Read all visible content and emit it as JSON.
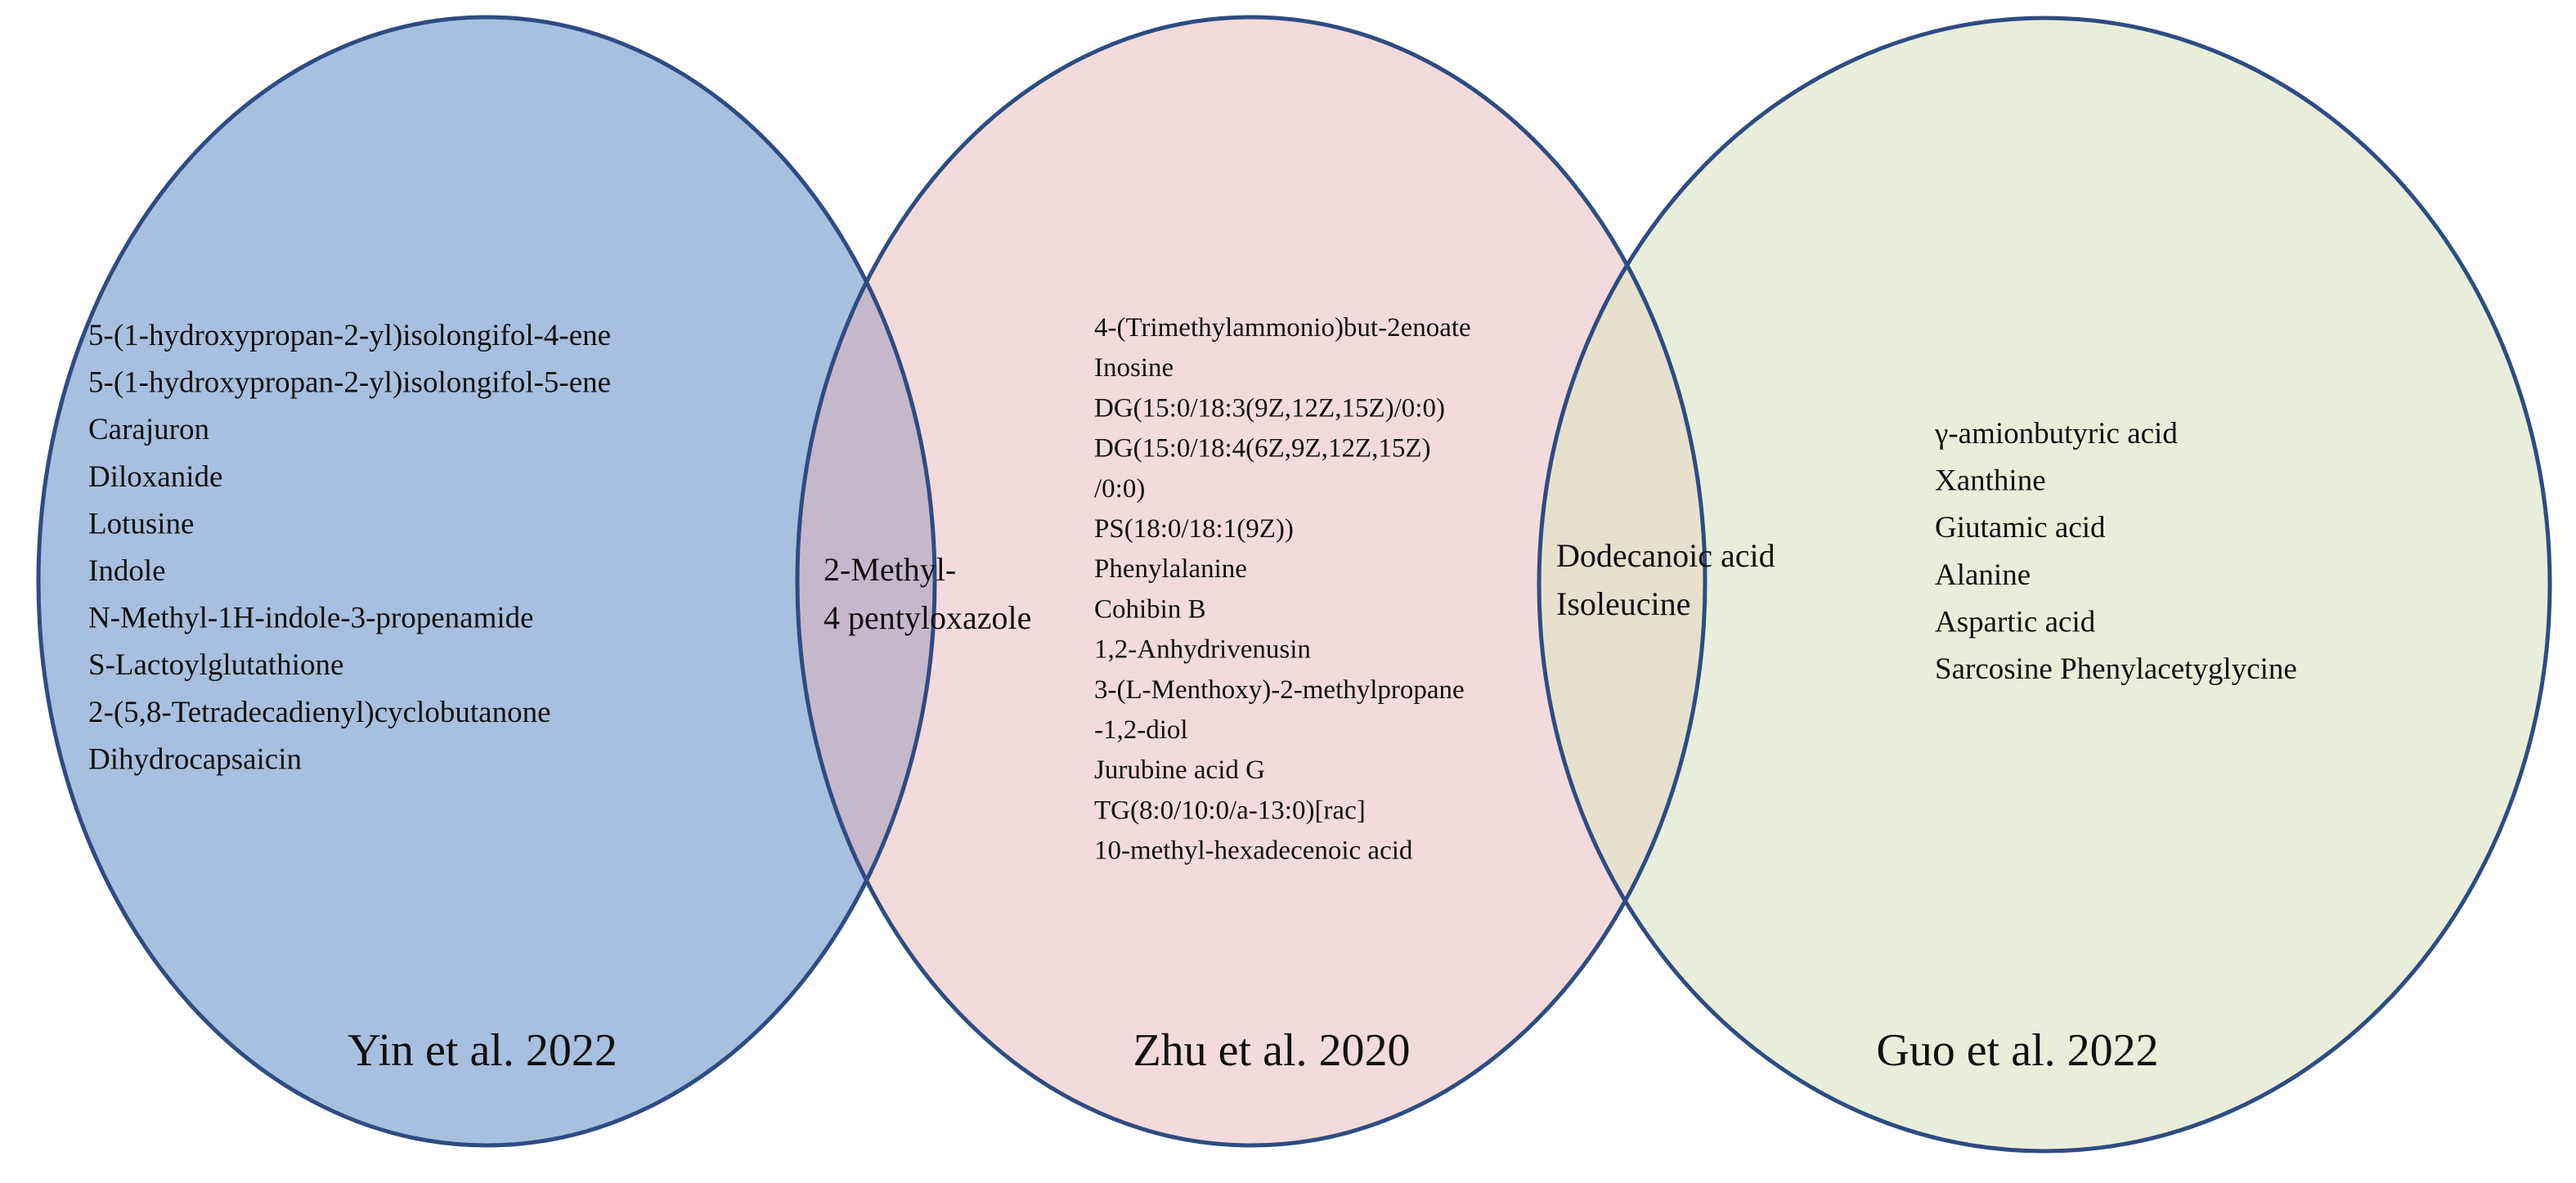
{
  "sets": [
    {
      "key": "left",
      "label": "Yin et al.  2022",
      "fill": "#A7C0DF",
      "items": [
        "5-(1-hydroxypropan-2-yl)isolongifol-4-ene",
        "5-(1-hydroxypropan-2-yl)isolongifol-5-ene",
        "Carajuron",
        "Diloxanide",
        "Lotusine",
        "Indole",
        "N-Methyl-1H-indole-3-propenamide",
        "S-Lactoylglutathione",
        "2-(5,8-Tetradecadienyl)cyclobutanone",
        "Dihydrocapsaicin"
      ]
    },
    {
      "key": "middle",
      "label": "Zhu et al.  2020",
      "fill": "#F3DADB",
      "items": [
        "4-(Trimethylammonio)but-2enoate",
        "Inosine",
        "DG(15:0/18:3(9Z,12Z,15Z)/0:0)",
        "DG(15:0/18:4(6Z,9Z,12Z,15Z)",
        "/0:0)",
        "PS(18:0/18:1(9Z))",
        "Phenylalanine",
        "Cohibin B",
        "1,2-Anhydrivenusin",
        "3-(L-Menthoxy)-2-methylpropane",
        "-1,2-diol",
        "Jurubine acid G",
        "TG(8:0/10:0/a-13:0)[rac]",
        "10-methyl-hexadecenoic acid"
      ]
    },
    {
      "key": "right",
      "label": "Guo et al.  2022",
      "fill": "#E9EEDB",
      "items": [
        "γ-amionbutyric acid",
        "Xanthine",
        "Giutamic acid",
        "Alanine",
        "Aspartic acid",
        "Sarcosine Phenylacetyglycine"
      ]
    }
  ],
  "overlaps": {
    "left_middle": {
      "fill": "#C6B8CB",
      "items": [
        "2-Methyl-",
        "4 pentyloxazole"
      ]
    },
    "middle_right": {
      "fill": "#E6E0CD",
      "items": [
        "Dodecanoic acid",
        "Isoleucine"
      ]
    }
  },
  "colors": {
    "circle_stroke": "#2E4C82",
    "text": "#111111"
  }
}
